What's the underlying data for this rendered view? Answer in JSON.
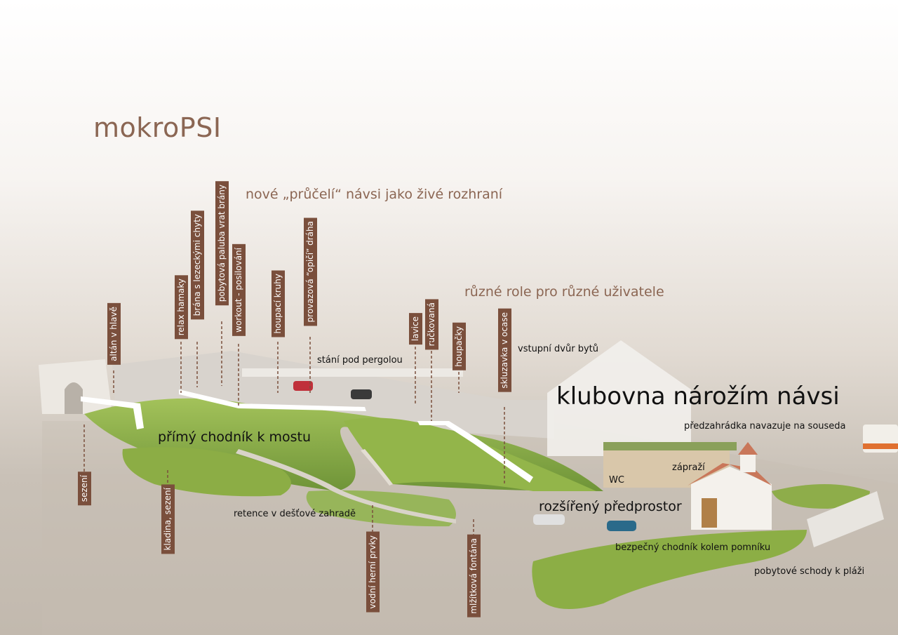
{
  "title": "mokroPSI",
  "subtitles": {
    "facade": "nové „průčelí“ návsi jako živé rozhraní",
    "roles": "různé role pro různé uživatele"
  },
  "vertical_labels": {
    "altan": "altán v hlavě",
    "relax": "relax hamaky",
    "brana": "brána s lezeckými chyty",
    "paluba": "pobytová paluba vrat brány",
    "workout": "workout - posilování",
    "kruhy": "houpací kruhy",
    "draha": "provazová “opičí” dráha",
    "lavice": "lavice",
    "ruckovana": "ručkovaná",
    "houpacky": "houpačky",
    "skluzavka": "skluzavka v ocase",
    "sezeni": "sezení",
    "kladina": "kladina, sezení",
    "vodni": "vodní herní prvky",
    "fontana": "mlžítková fontána"
  },
  "labels": {
    "pergola": "stání pod pergolou",
    "dvur": "vstupní dvůr bytů",
    "predzahradka": "předzahrádka navazuje na souseda",
    "zaprazi": "zápraží",
    "wc": "WC",
    "retence": "retence v dešťové zahradě",
    "chodnik_pomnik": "bezpečný chodník kolem pomníku",
    "schody": "pobytové schody k pláži"
  },
  "big_labels": {
    "chodnik": "přímý chodník k mostu",
    "predprostor": "rozšířený předprostor"
  },
  "headline": "klubovna nárožím návsi",
  "colors": {
    "accent": "#8b6653",
    "label_bg": "#7a4f3c",
    "grass": "#8fb04a"
  }
}
